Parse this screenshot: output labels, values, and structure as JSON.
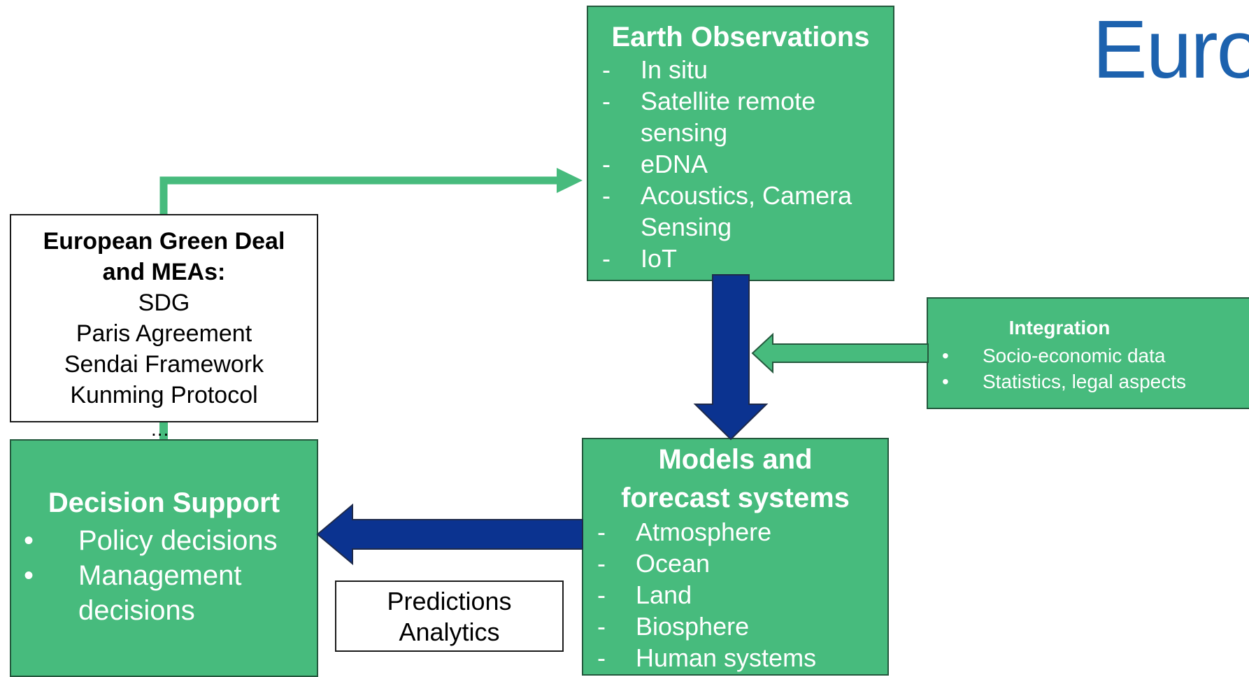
{
  "logo": {
    "text": "Euro",
    "color": "#1D62AE"
  },
  "colors": {
    "box_green": "#47BB7D",
    "arrow_blue": "#0B3390",
    "connector_green": "#47BB7D"
  },
  "earth_observations": {
    "title": "Earth Observations",
    "items": [
      {
        "marker": "-",
        "text": "In situ"
      },
      {
        "marker": "-",
        "text": "Satellite remote sensing"
      },
      {
        "marker": "-",
        "text": "eDNA"
      },
      {
        "marker": "-",
        "text": "Acoustics, Camera Sensing"
      },
      {
        "marker": "-",
        "text": "IoT"
      }
    ]
  },
  "integration": {
    "title": "Integration",
    "items": [
      {
        "marker": "•",
        "text": "Socio-economic data"
      },
      {
        "marker": "•",
        "text": "Statistics, legal aspects"
      }
    ]
  },
  "models": {
    "title_line1": "Models and",
    "title_line2": "forecast systems",
    "items": [
      {
        "marker": "-",
        "text": "Atmosphere"
      },
      {
        "marker": "-",
        "text": "Ocean"
      },
      {
        "marker": "-",
        "text": "Land"
      },
      {
        "marker": "-",
        "text": "Biosphere"
      },
      {
        "marker": "-",
        "text": "Human systems"
      }
    ]
  },
  "decision_support": {
    "title": "Decision Support",
    "items": [
      {
        "marker": "•",
        "text": "Policy decisions"
      },
      {
        "marker": "•",
        "text": "Management decisions"
      }
    ]
  },
  "green_deal": {
    "title_line1": "European Green Deal",
    "title_line2": "and MEAs:",
    "items": [
      "SDG",
      "Paris Agreement",
      "Sendai Framework",
      "Kunming Protocol"
    ]
  },
  "ellipsis": "...",
  "predictions": {
    "line1": "Predictions",
    "line2": "Analytics"
  }
}
